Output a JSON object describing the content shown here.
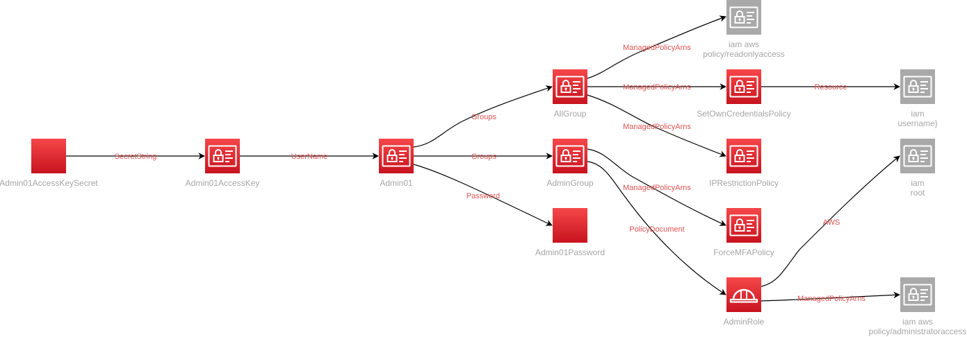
{
  "colors": {
    "red_top": "#f54749",
    "red_bottom": "#c7131f",
    "gray": "#a9a9a9",
    "label": "#a6a6a6",
    "edge_label": "#e05252",
    "edge": "#000000"
  },
  "nodes": {
    "admin01_access_key_secret": {
      "label": [
        "Admin01AccessKeySecret"
      ],
      "icon": "none",
      "style": "red"
    },
    "admin01_access_key": {
      "label": [
        "Admin01AccessKey"
      ],
      "icon": "credentials-icon",
      "style": "red"
    },
    "admin01": {
      "label": [
        "Admin01"
      ],
      "icon": "credentials-icon",
      "style": "red"
    },
    "admin01_password": {
      "label": [
        "Admin01Password"
      ],
      "icon": "none",
      "style": "red"
    },
    "all_group": {
      "label": [
        "AllGroup"
      ],
      "icon": "credentials-icon",
      "style": "red"
    },
    "admin_group": {
      "label": [
        "AdminGroup"
      ],
      "icon": "credentials-icon",
      "style": "red"
    },
    "readonly_policy": {
      "label": [
        "iam aws",
        "policy/readonlyaccess"
      ],
      "icon": "credentials-icon",
      "style": "gray"
    },
    "set_own_credentials_policy": {
      "label": [
        "SetOwnCredentialsPolicy"
      ],
      "icon": "credentials-icon",
      "style": "red"
    },
    "ip_restriction_policy": {
      "label": [
        "IPRestrictionPolicy"
      ],
      "icon": "credentials-icon",
      "style": "red"
    },
    "force_mfa_policy": {
      "label": [
        "ForceMFAPolicy"
      ],
      "icon": "credentials-icon",
      "style": "red"
    },
    "admin_role": {
      "label": [
        "AdminRole"
      ],
      "icon": "hard-hat-icon",
      "style": "red"
    },
    "iam_username": {
      "label": [
        "iam",
        "username}"
      ],
      "icon": "credentials-icon",
      "style": "gray"
    },
    "iam_root": {
      "label": [
        "iam",
        "root"
      ],
      "icon": "credentials-icon",
      "style": "gray"
    },
    "administrator_policy": {
      "label": [
        "iam aws",
        "policy/administratoraccess"
      ],
      "icon": "credentials-icon",
      "style": "gray"
    }
  },
  "edges": [
    {
      "id": "secret-to-key",
      "label": "SecretString"
    },
    {
      "id": "key-to-user",
      "label": "UserName"
    },
    {
      "id": "user-to-allgroup",
      "label": "Groups"
    },
    {
      "id": "user-to-admingroup",
      "label": "Groups"
    },
    {
      "id": "user-to-password",
      "label": "Password"
    },
    {
      "id": "allgroup-to-readonly",
      "label": "ManagedPolicyArns"
    },
    {
      "id": "allgroup-to-setowncreds",
      "label": "ManagedPolicyArns"
    },
    {
      "id": "allgroup-to-iprestriction",
      "label": "ManagedPolicyArns"
    },
    {
      "id": "setowncreds-to-username",
      "label": "Resource"
    },
    {
      "id": "admingroup-to-forcemfa",
      "label": "ManagedPolicyArns"
    },
    {
      "id": "admingroup-to-adminrole",
      "label": "PolicyDocument"
    },
    {
      "id": "adminrole-to-root",
      "label": "AWS"
    },
    {
      "id": "adminrole-to-administrator",
      "label": "ManagedPolicyArns"
    }
  ]
}
